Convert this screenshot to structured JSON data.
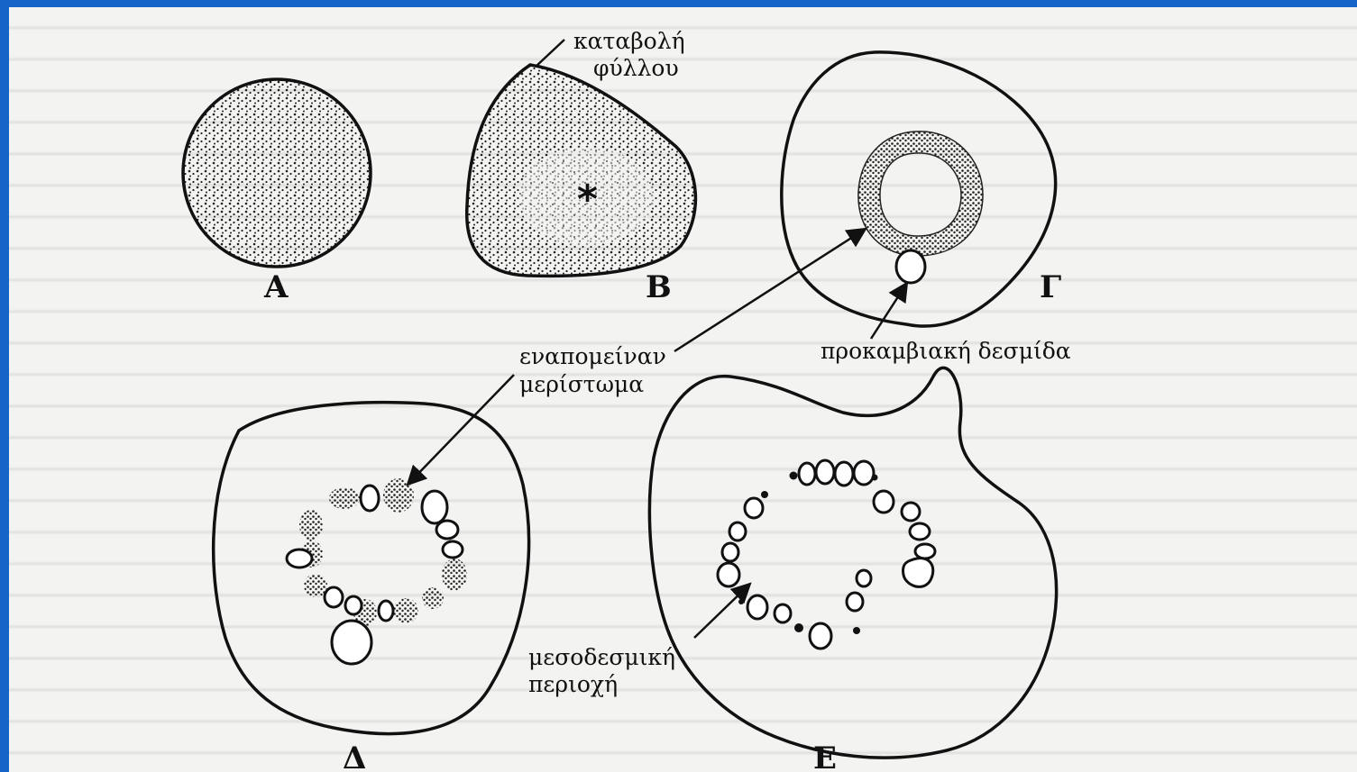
{
  "colors": {
    "frame": "#1565c8",
    "paper": "#f3f3f1",
    "ink": "#111111"
  },
  "labels": {
    "A": "Α",
    "B": "Β",
    "G": "Γ",
    "D": "Δ",
    "E": "Ε",
    "leaf_primordium_line1": "καταβολή",
    "leaf_primordium_line2": "φύλλου",
    "procambial_bundle": "προκαμβιακή δεσμίδα",
    "residual_meristem_line1": "εναπομείναν",
    "residual_meristem_line2": "μερίστωμα",
    "interfascicular_line1": "μεσοδεσμική",
    "interfascicular_line2": "περιοχή",
    "center_mark": "*"
  }
}
